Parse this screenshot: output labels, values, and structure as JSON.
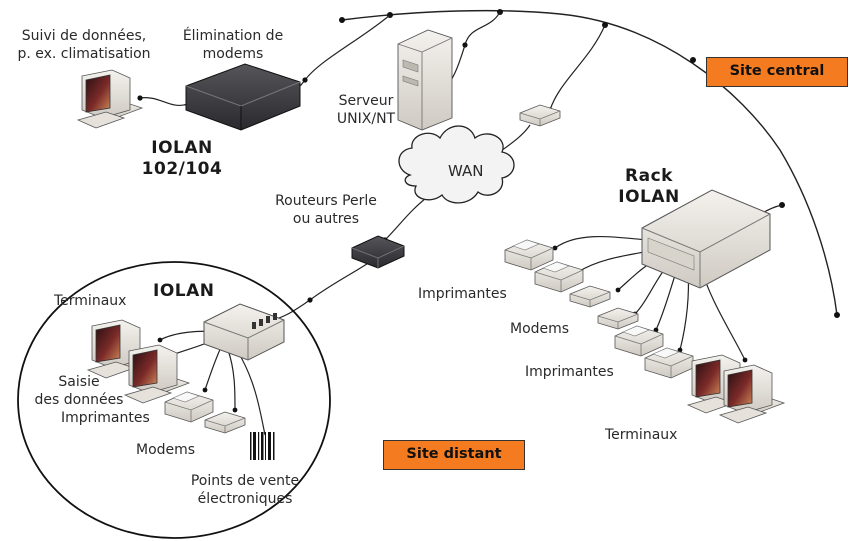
{
  "labels": {
    "climate_monitor": [
      "Suivi de données,",
      "p. ex. climatisation"
    ],
    "modem_elimination": [
      "Élimination de",
      "modems"
    ],
    "iolan_102": [
      "IOLAN",
      "102/104"
    ],
    "unix_server": [
      "Serveur",
      "UNIX/NT"
    ],
    "wan": "WAN",
    "routers": [
      "Routeurs Perle",
      "ou autres"
    ],
    "rack_iolan": [
      "Rack",
      "IOLAN"
    ],
    "iolan_remote": "IOLAN",
    "terminals_remote": "Terminaux",
    "data_entry": [
      "Saisie",
      "des données"
    ],
    "printers_remote": "Imprimantes",
    "modems_remote": "Modems",
    "pos": [
      "Points de vente",
      "électroniques"
    ],
    "printers_central_1": "Imprimantes",
    "modems_central": "Modems",
    "printers_central_2": "Imprimantes",
    "terminals_central": "Terminaux"
  },
  "badges": {
    "central_site": "Site central",
    "remote_site": "Site distant"
  },
  "colors": {
    "badge_orange": "#f47b20",
    "line": "#222222",
    "device_light": "#ebe8e2",
    "device_dark": "#3a3a3e",
    "screen": "#6b2a2a"
  }
}
